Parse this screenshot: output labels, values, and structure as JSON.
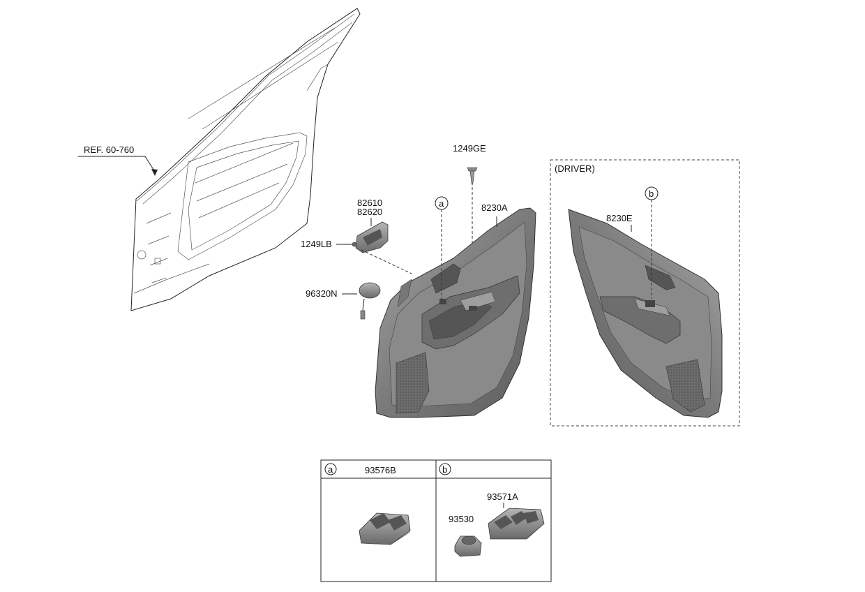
{
  "labels": {
    "ref": "REF. 60-760",
    "part_82610": "82610",
    "part_82620": "82620",
    "part_1249lb": "1249LB",
    "part_96320n": "96320N",
    "part_1249ge": "1249GE",
    "part_8230a": "8230A",
    "part_8230e": "8230E",
    "driver": "(DRIVER)",
    "callout_a": "a",
    "callout_b": "b"
  },
  "table": {
    "col_a": {
      "badge": "a",
      "part": "93576B"
    },
    "col_b": {
      "badge": "b",
      "parts": [
        "93571A",
        "93530"
      ]
    }
  },
  "colors": {
    "panel_dark": "#6b6b6b",
    "panel_mid": "#8e8e8e",
    "panel_light": "#b8b8b8",
    "line": "#222222"
  }
}
